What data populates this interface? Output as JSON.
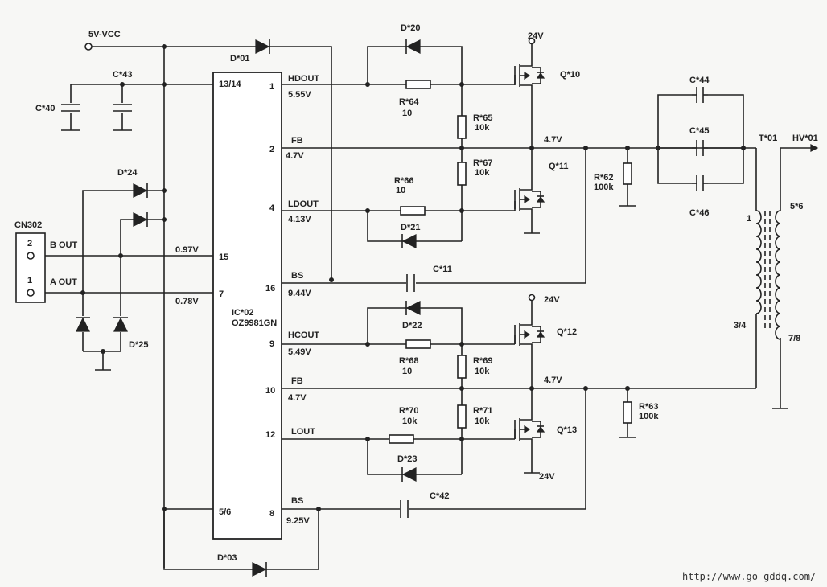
{
  "supply_label": "5V-VCC",
  "connector": {
    "name": "CN302",
    "pin2": "2",
    "pin1": "1",
    "b_out": "B OUT",
    "a_out": "A OUT",
    "v_b": "0.97V",
    "v_a": "0.78V"
  },
  "ic": {
    "name": "IC*02",
    "part": "OZ9981GN",
    "pin_13_14": "13/14",
    "pin_5_6": "5/6"
  },
  "pins": [
    {
      "num": "1",
      "name": "HDOUT",
      "v": "5.55V"
    },
    {
      "num": "2",
      "name": "FB",
      "v": "4.7V"
    },
    {
      "num": "4",
      "name": "LDOUT",
      "v": "4.13V"
    },
    {
      "num": "15",
      "name": "",
      "v": ""
    },
    {
      "num": "7",
      "name": "",
      "v": ""
    },
    {
      "num": "16",
      "name": "BS",
      "v": "9.44V"
    },
    {
      "num": "9",
      "name": "HCOUT",
      "v": "5.49V"
    },
    {
      "num": "10",
      "name": "FB",
      "v": "4.7V"
    },
    {
      "num": "12",
      "name": "LOUT",
      "v": ""
    },
    {
      "num": "8",
      "name": "BS",
      "v": "9.25V"
    }
  ],
  "capacitors": {
    "c40": "C*40",
    "c43": "C*43",
    "c11": "C*11",
    "c42": "C*42",
    "c44": "C*44",
    "c45": "C*45",
    "c46": "C*46"
  },
  "diodes": {
    "d01": "D*01",
    "d03": "D*03",
    "d20": "D*20",
    "d21": "D*21",
    "d22": "D*22",
    "d23": "D*23",
    "d24": "D*24",
    "d25": "D*25"
  },
  "resistors": {
    "r64": "R*64",
    "r64v": "10",
    "r65": "R*65",
    "r65v": "10k",
    "r66": "R*66",
    "r66v": "10",
    "r67": "R*67",
    "r67v": "10k",
    "r62": "R*62",
    "r62v": "100k",
    "r68": "R*68",
    "r68v": "10",
    "r69": "R*69",
    "r69v": "10k",
    "r70": "R*70",
    "r70v": "10k",
    "r71": "R*71",
    "r71v": "10k",
    "r63": "R*63",
    "r63v": "100k"
  },
  "transistors": {
    "q10": "Q*10",
    "q11": "Q*11",
    "q12": "Q*12",
    "q13": "Q*13"
  },
  "rail_24v_top": "24V",
  "rail_24v_mid": "24V",
  "rail_24v_low": "24V",
  "fb_top": "4.7V",
  "fb_bot": "4.7V",
  "transformer": {
    "name": "T*01",
    "hv": "HV*01",
    "p1": "1",
    "p34": "3/4",
    "p56": "5*6",
    "p78": "7/8"
  },
  "watermark_url": "http://www.go-gddq.com/"
}
